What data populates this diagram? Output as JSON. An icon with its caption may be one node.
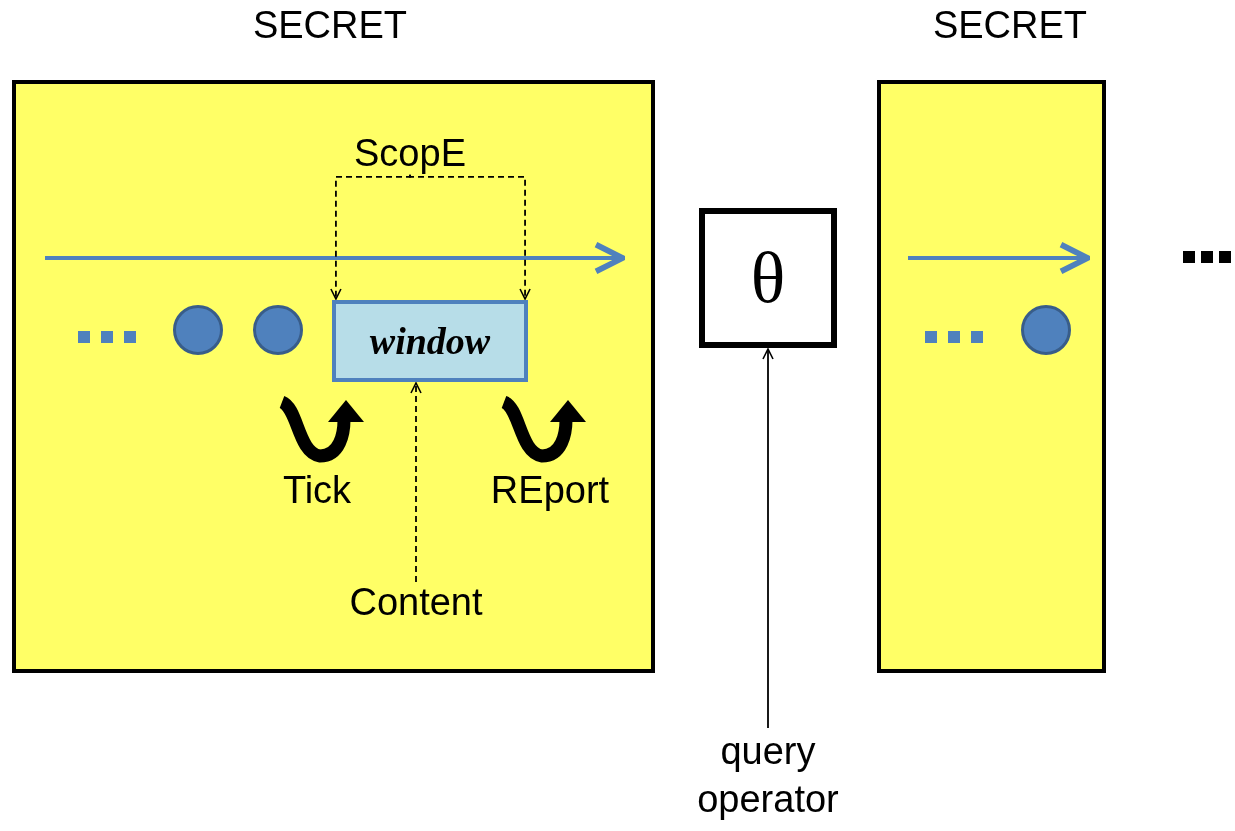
{
  "diagram": {
    "nodes": [
      {
        "text": [
          "SECRET"
        ]
      },
      {
        "text": [
          "ScopE"
        ],
        "in": 0
      },
      {
        "text": [],
        "shape": "circle",
        "in": 0
      },
      {
        "text": [],
        "shape": "circle",
        "in": 0
      },
      {
        "text": [
          "window"
        ],
        "in": 0
      },
      {
        "text": [
          "Content"
        ],
        "in": 0
      },
      {
        "text": [
          "θ"
        ]
      },
      {
        "text": [
          "query operator"
        ]
      },
      {
        "text": [
          "SECRET"
        ]
      },
      {
        "text": [],
        "shape": "circle",
        "in": 8
      }
    ],
    "edges": [
      {
        "from": 1,
        "to": 4,
        "arrow": "to",
        "style": "dashed"
      },
      {
        "from": 1,
        "to": 4,
        "arrow": "to",
        "style": "dashed"
      },
      {
        "from": 5,
        "to": 4,
        "arrow": "to",
        "style": "dashed"
      },
      {
        "from": 7,
        "to": 6,
        "arrow": "to"
      }
    ],
    "labels": [
      "Tick",
      "REport"
    ]
  }
}
